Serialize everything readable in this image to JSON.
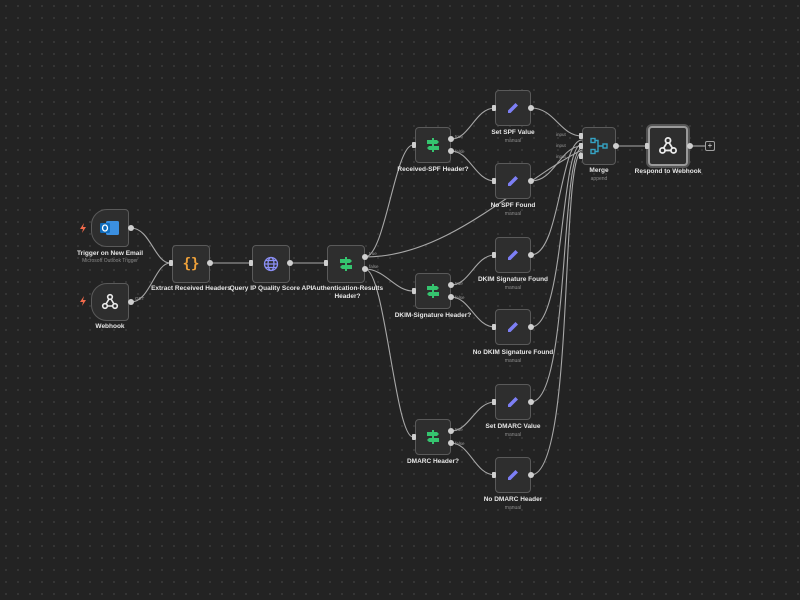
{
  "nodes": {
    "trigger_email": {
      "label": "Trigger on New Email",
      "subtitle": "Microsoft Outlook Trigger",
      "icon": "outlook-icon"
    },
    "webhook": {
      "label": "Webhook",
      "icon": "webhook-icon"
    },
    "extract_headers": {
      "label": "Extract Received Headers",
      "icon": "code-braces-icon"
    },
    "query_ip": {
      "label": "Query IP Quality Score API",
      "icon": "globe-icon"
    },
    "auth_results": {
      "label": "Authentication-Results Header?",
      "icon": "if-signpost-icon"
    },
    "received_spf": {
      "label": "Received-SPF Header?",
      "icon": "if-signpost-icon"
    },
    "set_spf": {
      "label": "Set SPF Value",
      "subtitle": "manual",
      "icon": "pencil-icon"
    },
    "no_spf": {
      "label": "No SPF Found",
      "subtitle": "manual",
      "icon": "pencil-icon"
    },
    "dkim_sig": {
      "label": "DKIM-Signature Header?",
      "icon": "if-signpost-icon"
    },
    "dkim_found": {
      "label": "DKIM Signature Found",
      "subtitle": "manual",
      "icon": "pencil-icon"
    },
    "no_dkim": {
      "label": "No DKIM Signature Found",
      "subtitle": "manual",
      "icon": "pencil-icon"
    },
    "dmarc_hdr": {
      "label": "DMARC Header?",
      "icon": "if-signpost-icon"
    },
    "set_dmarc": {
      "label": "Set DMARC Value",
      "subtitle": "manual",
      "icon": "pencil-icon"
    },
    "no_dmarc": {
      "label": "No DMARC Header",
      "subtitle": "manual",
      "icon": "pencil-icon"
    },
    "merge": {
      "label": "Merge",
      "subtitle": "append",
      "icon": "merge-icon"
    },
    "respond": {
      "label": "Respond to Webhook",
      "icon": "webhook-icon"
    }
  },
  "ports": {
    "true_label": "true",
    "false_label": "false",
    "input_label": "input",
    "webhook_out": "GET"
  },
  "colors": {
    "canvas": "#232323",
    "node_bg": "#2e2e2e",
    "wire": "#a8a8a8",
    "if_icon": "#35c46f",
    "set_icon": "#7d7ff5",
    "merge_icon": "#35a3c4",
    "code_icon": "#f0a23a",
    "trigger_bolt": "#f26a4b",
    "outlook": "#0f6cbd"
  }
}
